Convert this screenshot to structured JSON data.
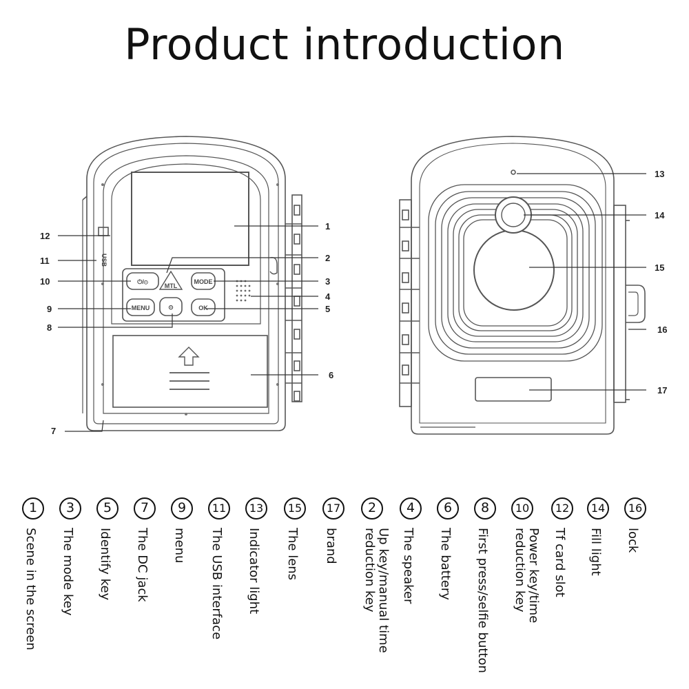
{
  "title": "Product introduction",
  "buttons": {
    "mode": "MODE",
    "menu": "MENU",
    "ok": "OK",
    "up": "MTL",
    "power": "⏻/⊙",
    "down": "⊙"
  },
  "callouts": {
    "c1": "1",
    "c2": "2",
    "c3": "3",
    "c4": "4",
    "c5": "5",
    "c6": "6",
    "c7": "7",
    "c8": "8",
    "c9": "9",
    "c10": "10",
    "c11": "11",
    "c12": "12",
    "c13": "13",
    "c14": "14",
    "c15": "15",
    "c16": "16",
    "c17": "17"
  },
  "side_text": {
    "usb": "USB"
  },
  "legend": [
    {
      "num": "1",
      "text": "Scene in the screen"
    },
    {
      "num": "3",
      "text": "The mode key"
    },
    {
      "num": "5",
      "text": "Identify key"
    },
    {
      "num": "7",
      "text": "The DC jack"
    },
    {
      "num": "9",
      "text": "menu"
    },
    {
      "num": "11",
      "text": "The USB interface"
    },
    {
      "num": "13",
      "text": "Indicator light"
    },
    {
      "num": "15",
      "text": "The lens"
    },
    {
      "num": "17",
      "text": "brand"
    },
    {
      "num": "2",
      "text": "Up key/manual time reduction key"
    },
    {
      "num": "4",
      "text": "The speaker"
    },
    {
      "num": "6",
      "text": "The battery"
    },
    {
      "num": "8",
      "text": "First press/selfie button"
    },
    {
      "num": "10",
      "text": "Power key/time reduction key"
    },
    {
      "num": "12",
      "text": "Tf card slot"
    },
    {
      "num": "14",
      "text": "Fill light"
    },
    {
      "num": "16",
      "text": "lock"
    }
  ]
}
